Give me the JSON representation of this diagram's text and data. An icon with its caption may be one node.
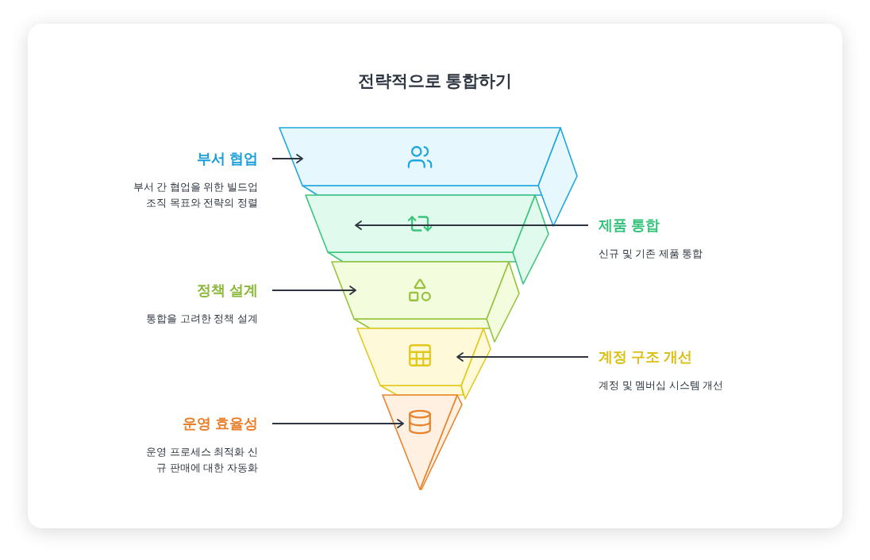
{
  "diagram": {
    "title": "전략적으로 통합하기",
    "nodes": [
      {
        "text": [],
        "shape": "trapezoid"
      },
      {
        "text": [],
        "shape": "trapezoid"
      },
      {
        "text": [],
        "shape": "trapezoid"
      },
      {
        "text": [],
        "shape": "trapezoid"
      },
      {
        "text": [],
        "shape": "triangle"
      },
      {
        "text": [
          "부서 협업",
          "부서 간 협업을 위한 빌드업 조직 목표와 전략의 정렬"
        ]
      },
      {
        "text": [
          "제품 통합",
          "신규 및 기존 제품 통합"
        ]
      },
      {
        "text": [
          "정책 설계",
          "통합을 고려한 정책 설계"
        ]
      },
      {
        "text": [
          "계정 구조 개선",
          "계정 및 멤버십 시스템 개선"
        ]
      },
      {
        "text": [
          "운영 효율성",
          "운영 프로세스 최적화 신규 판매에 대한 자동화"
        ]
      }
    ],
    "edges": [
      {
        "from": 5,
        "to": 0,
        "arrow": "to"
      },
      {
        "from": 6,
        "to": 1,
        "arrow": "to"
      },
      {
        "from": 7,
        "to": 2,
        "arrow": "to"
      },
      {
        "from": 8,
        "to": 3,
        "arrow": "to"
      },
      {
        "from": 9,
        "to": 4,
        "arrow": "to"
      }
    ]
  }
}
